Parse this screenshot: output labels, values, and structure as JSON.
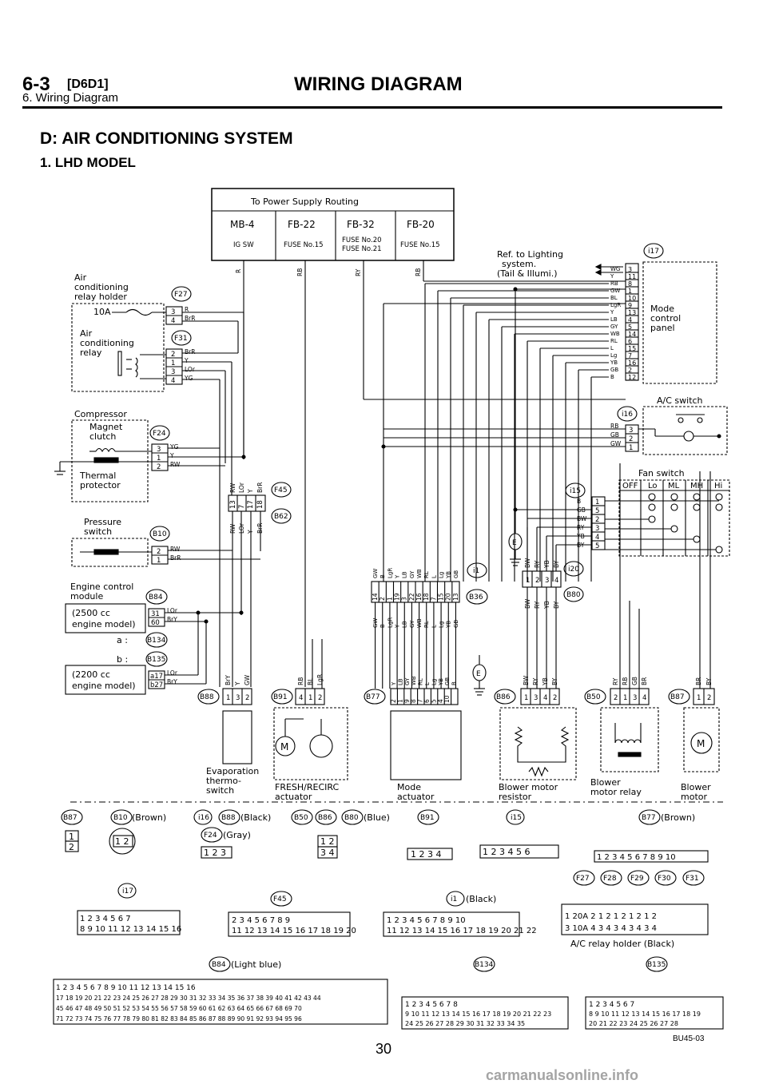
{
  "header": {
    "section_number": "6-3",
    "section_code": "[D6D1]",
    "title": "WIRING DIAGRAM",
    "subtitle": "6. Wiring Diagram"
  },
  "section_title": "D: AIR CONDITIONING SYSTEM",
  "subsection_title": "1. LHD MODEL",
  "power_box": {
    "title": "To Power Supply Routing",
    "columns": [
      "MB-4",
      "FB-22",
      "FB-32",
      "FB-20"
    ],
    "sources": [
      "IG SW",
      "FUSE No.15",
      "FUSE No.20",
      "FUSE No.15"
    ],
    "source_extra": "FUSE No.21",
    "wires": [
      "R",
      "RB",
      "RY",
      "RB"
    ]
  },
  "ref_lighting": [
    "Ref. to Lighting",
    "system.",
    "(Tail & Illumi.)"
  ],
  "components": {
    "relay_holder": [
      "Air",
      "conditioning",
      "relay holder"
    ],
    "fuse_10a": "10A",
    "relay": [
      "Air",
      "conditioning",
      "relay"
    ],
    "compressor": "Compressor",
    "magnet_clutch": [
      "Magnet",
      "clutch"
    ],
    "thermal_protector": [
      "Thermal",
      "protector"
    ],
    "pressure_switch": [
      "Pressure",
      "switch"
    ],
    "ecm": [
      "Engine control",
      "module"
    ],
    "ecm_2500": [
      "(2500 cc",
      "engine model)"
    ],
    "ecm_2200": [
      "(2200 cc",
      "engine model)"
    ],
    "ecm_a": "a :",
    "ecm_b": "b :",
    "mode_panel": [
      "Mode",
      "control",
      "panel"
    ],
    "ac_switch": "A/C switch",
    "fan_switch": "Fan switch",
    "fan_positions": [
      "OFF",
      "Lo",
      "ML",
      "MH",
      "Hi"
    ],
    "evaporation": [
      "Evaporation",
      "thermo-",
      "switch"
    ],
    "fresh_recirc": [
      "FRESH/RECIRC",
      "actuator"
    ],
    "mode_actuator": [
      "Mode",
      "actuator"
    ],
    "blower_resistor": [
      "Blower motor",
      "resistor"
    ],
    "blower_relay": [
      "Blower",
      "motor relay"
    ],
    "blower_motor": [
      "Blower",
      "motor"
    ]
  },
  "connectors": {
    "F27": "F27",
    "F31": "F31",
    "F24": "F24",
    "F45": "F45",
    "B62": "B62",
    "B10": "B10",
    "B84": "B84",
    "B134": "B134",
    "B135": "B135",
    "i17": "i17",
    "i16": "i16",
    "i15": "i15",
    "i1": "i1",
    "B36": "B36",
    "i20": "i20",
    "B80": "B80",
    "B88": "B88",
    "B91": "B91",
    "B77": "B77",
    "B86": "B86",
    "B50": "B50",
    "B87": "B87",
    "E": "E"
  },
  "wire_colors": {
    "f27": [
      "R",
      "BrR"
    ],
    "f31": [
      "BrR",
      "Y",
      "LOr",
      "YG"
    ],
    "f24": [
      "YG",
      "Y",
      "RW"
    ],
    "b10": [
      "RW",
      "BrR"
    ],
    "b84": [
      "LOr",
      "BrY"
    ],
    "b135": [
      "LOr",
      "BrY"
    ],
    "f45_top": [
      "RW",
      "LOr",
      "Y",
      "BrR"
    ],
    "f45_bot": [
      "RW",
      "LOr",
      "Y",
      "BrR"
    ],
    "i17": [
      "WG",
      "Y",
      "RB",
      "GW",
      "BL",
      "LgR",
      "Y",
      "LB",
      "GY",
      "WB",
      "RL",
      "L",
      "Lg",
      "YB",
      "GB",
      "B"
    ],
    "i16": [
      "RB",
      "GB",
      "GW"
    ],
    "i15": [
      "B",
      "GB",
      "BW",
      "RY",
      "YB",
      "BY"
    ],
    "i1_top": [
      "GW",
      "B",
      "LgR",
      "Y",
      "LB",
      "GY",
      "WB",
      "RL",
      "L",
      "Lg",
      "YB",
      "GB"
    ],
    "i1_bot": [
      "GW",
      "B",
      "LgR",
      "Y",
      "LB",
      "GY",
      "WB",
      "RL",
      "L",
      "Lg",
      "YB",
      "GB"
    ],
    "i20_top": [
      "BW",
      "RY",
      "YB",
      "BY"
    ],
    "i20_bot": [
      "BW",
      "RY",
      "YB",
      "BY"
    ],
    "b88": [
      "BrY",
      "Y",
      "GW"
    ],
    "b91": [
      "RB",
      "BL",
      "LgR"
    ],
    "b77": [
      "Y",
      "LB",
      "GY",
      "WB",
      "RL",
      "L",
      "Lg",
      "YB",
      "GB",
      "B"
    ],
    "b86": [
      "BW",
      "RY",
      "YB",
      "BY"
    ],
    "b50": [
      "RY",
      "RB",
      "GB",
      "BR"
    ],
    "b87": [
      "BR",
      "BY"
    ]
  },
  "pins": {
    "f27": [
      "3",
      "4"
    ],
    "f31": [
      "2",
      "1",
      "3",
      "4"
    ],
    "f24": [
      "3",
      "1",
      "2"
    ],
    "b10": [
      "2",
      "1"
    ],
    "b84": [
      "31",
      "60"
    ],
    "b135": [
      "a17",
      "b27"
    ],
    "f45": [
      "13",
      "7",
      "17",
      "18"
    ],
    "i17": [
      "3",
      "11",
      "8",
      "1",
      "10",
      "9",
      "13",
      "4",
      "5",
      "14",
      "6",
      "15",
      "7",
      "16",
      "2",
      "12"
    ],
    "i16": [
      "3",
      "2",
      "1"
    ],
    "i15": [
      "1",
      "5",
      "2",
      "3",
      "4",
      "5"
    ],
    "i1": [
      "14",
      "2",
      "1",
      "19",
      "3",
      "22",
      "16",
      "18",
      "7",
      "15",
      "20",
      "13"
    ],
    "i20": [
      "1",
      "2",
      "3",
      "4"
    ],
    "b88": [
      "1",
      "3",
      "2"
    ],
    "b91": [
      "4",
      "1",
      "2"
    ],
    "b77": [
      "2",
      "1",
      "9",
      "8",
      "7",
      "6",
      "5",
      "4",
      "10"
    ],
    "b86": [
      "1",
      "3",
      "4",
      "2"
    ],
    "b50": [
      "2",
      "1",
      "3",
      "4"
    ],
    "b87": [
      "1",
      "2"
    ]
  },
  "legend": {
    "b87": "B87",
    "b10": "B10",
    "b10_color": "(Brown)",
    "i16": "i16",
    "b88": "B88",
    "b88_color": "(Black)",
    "b50": "B50",
    "b86": "B86",
    "b80": "B80",
    "blue_color": "(Blue)",
    "b91": "B91",
    "i15": "i15",
    "b77": "B77",
    "b77_color": "(Brown)",
    "f24": "F24",
    "f24_color": "(Gray)",
    "f27": "F27",
    "f28": "F28",
    "f29": "F29",
    "f30": "F30",
    "f31": "F31",
    "i17": "i17",
    "f45": "F45",
    "i1": "i1",
    "i1_color": "(Black)",
    "relay_holder_caption": "A/C relay holder (Black)",
    "b84": "B84",
    "b84_color": "(Light blue)",
    "b134": "B134",
    "b135": "B135"
  },
  "footer": {
    "page": "30",
    "code": "BU45-03",
    "site": "carmanualsonline.info"
  }
}
